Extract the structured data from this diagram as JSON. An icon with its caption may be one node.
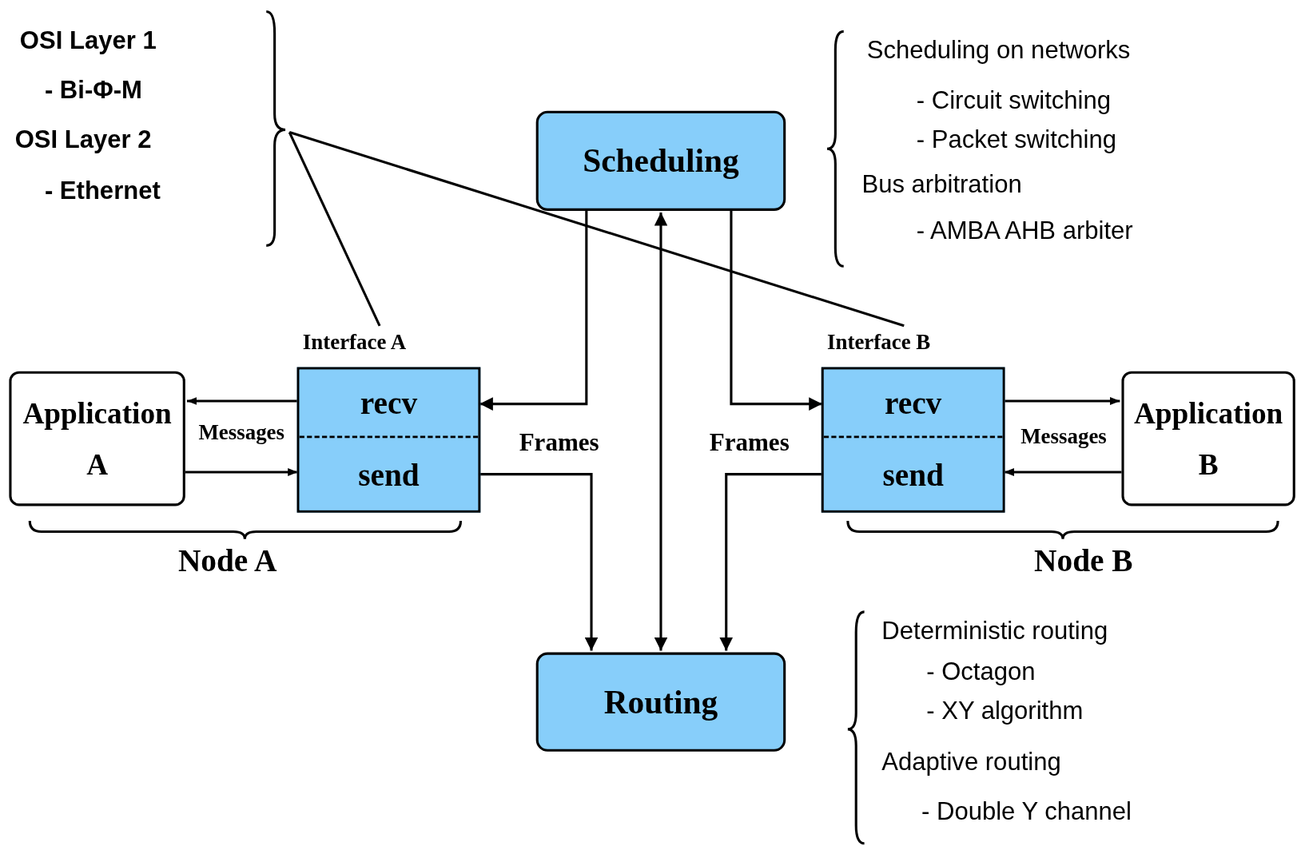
{
  "diagram": {
    "nodes": [
      {
        "text": [
          "Scheduling"
        ]
      },
      {
        "text": [
          "Routing"
        ]
      },
      {
        "text": [
          "Application A"
        ]
      },
      {
        "text": [
          "Interface A"
        ]
      },
      {
        "text": [
          "recv"
        ],
        "in": 3
      },
      {
        "text": [
          "send"
        ],
        "in": 3
      },
      {
        "text": [
          "Interface B"
        ]
      },
      {
        "text": [
          "recv"
        ],
        "in": 6
      },
      {
        "text": [
          "send"
        ],
        "in": 6
      },
      {
        "text": [
          "Application B"
        ]
      },
      {
        "text": [
          "OSI Layer 1",
          "- Bi-Φ-M",
          "OSI Layer 2",
          "- Ethernet"
        ]
      }
    ],
    "edges": [
      {
        "from": 0,
        "to": 4,
        "arrow": "to"
      },
      {
        "from": 0,
        "to": 7,
        "arrow": "to"
      },
      {
        "from": 0,
        "to": 1,
        "arrow": "both"
      },
      {
        "from": 5,
        "to": 1,
        "arrow": "to"
      },
      {
        "from": 8,
        "to": 1,
        "arrow": "to"
      },
      {
        "from": 4,
        "to": 2,
        "arrow": "to"
      },
      {
        "from": 2,
        "to": 5,
        "arrow": "to"
      },
      {
        "from": 7,
        "to": 9,
        "arrow": "to"
      },
      {
        "from": 9,
        "to": 8,
        "arrow": "to"
      },
      {
        "from": 10,
        "to": 3,
        "arrow": "none"
      },
      {
        "from": 10,
        "to": 6,
        "arrow": "none"
      }
    ],
    "labels": [
      "Scheduling on networks",
      "- Circuit switching",
      "- Packet switching",
      "Bus arbitration",
      "- AMBA AHB arbiter",
      "Messages",
      "Frames",
      "Frames",
      "Messages",
      "Node A",
      "Node B",
      "Deterministic routing",
      "- Octagon",
      "- XY algorithm",
      "Adaptive routing",
      "- Double Y channel"
    ]
  }
}
